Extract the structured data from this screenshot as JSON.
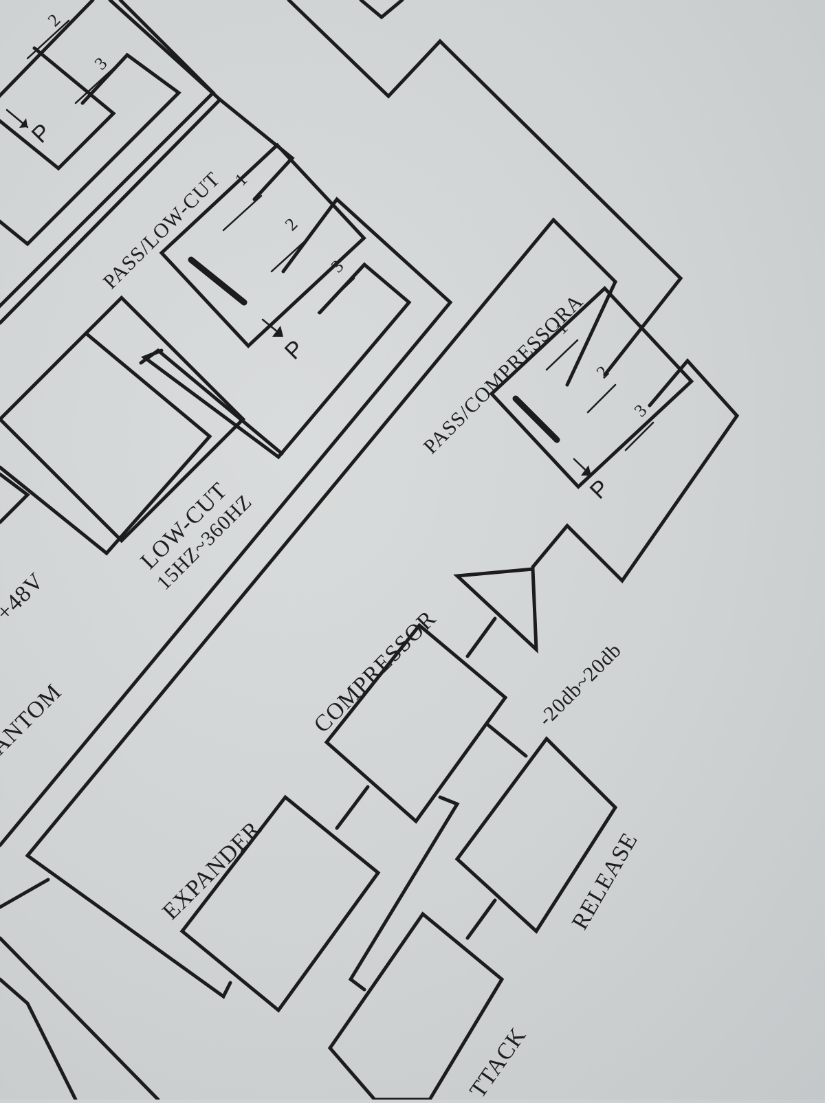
{
  "labels": {
    "pass_low_cut": "PASS/LOW-CUT",
    "low_cut": "LOW-CUT",
    "low_cut_range": "15HZ~360HZ",
    "phantom_partial": "ANTOM",
    "phantom_voltage": "+48V",
    "pass_compressora": "PASS/COMPRESSORA",
    "compressor": "COMPRESSOR",
    "gain_range": "-20db~20db",
    "expander": "EXPANDER",
    "release": "RELEASE",
    "attack_partial": "TTACK"
  },
  "switch_pins": {
    "pin1": "1",
    "pin2": "2",
    "pin3": "3",
    "pole": "P"
  },
  "colors": {
    "paper": "#d3d6d6",
    "ink": "#1c1c1c"
  }
}
